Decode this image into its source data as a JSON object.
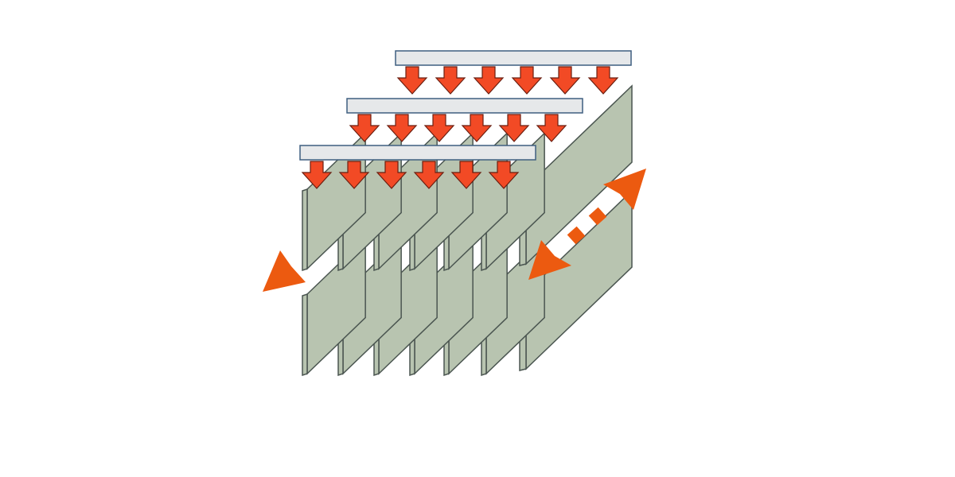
{
  "diagram": {
    "colors": {
      "background": "#ffffff",
      "plate_fill": "#b8c4b0",
      "plate_stroke": "#4a5550",
      "bar_fill": "#e6e8ea",
      "bar_stroke": "#3f5f80",
      "down_arrow_fill": "#f24a25",
      "down_arrow_stroke": "#6a1e10",
      "flow_arrow_fill": "#ec5a10"
    },
    "plate_rows": [
      {
        "name": "upper-plate-row",
        "plate_count": 7
      },
      {
        "name": "lower-plate-row",
        "plate_count": 7
      }
    ],
    "distribution_bars": [
      {
        "name": "back",
        "arrow_count": 6
      },
      {
        "name": "middle",
        "arrow_count": 6
      },
      {
        "name": "front",
        "arrow_count": 6
      }
    ],
    "flow_arrows": [
      {
        "name": "left-outflow",
        "style": "solid",
        "icon": "arrow-left-down-icon"
      },
      {
        "name": "right-bidirectional",
        "style": "dashed",
        "icon": "double-arrow-icon"
      }
    ]
  }
}
